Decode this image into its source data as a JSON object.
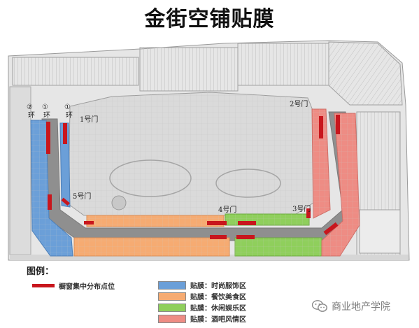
{
  "title": "金街空铺贴膜",
  "gates": {
    "gate1": "1号门",
    "gate2": "2号门",
    "gate3": "3号门",
    "gate4": "4号门",
    "gate5": "5号门"
  },
  "rings": {
    "r2_num": "②",
    "r2_text": "环",
    "r1a_num": "①",
    "r1a_text": "环",
    "r1b_num": "①",
    "r1b_text": "环"
  },
  "legend": {
    "title": "图例：",
    "items": [
      {
        "label": "橱窗集中分布点位",
        "color": "#c8161d"
      },
      {
        "label": "贴膜：时尚服饰区",
        "color": "#6b9fd8"
      },
      {
        "label": "贴膜：餐饮美食区",
        "color": "#f6ab72"
      },
      {
        "label": "贴膜：休闲娱乐区",
        "color": "#8fcf5c"
      },
      {
        "label": "贴膜：酒吧风情区",
        "color": "#ee8c84"
      }
    ]
  },
  "watermark": "商业地产学院",
  "icons": {
    "wechat": "wechat-icon"
  }
}
